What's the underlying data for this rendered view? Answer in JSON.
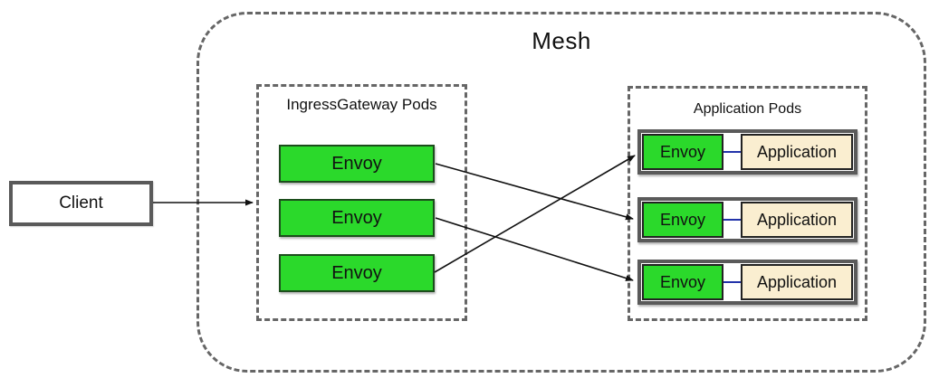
{
  "diagram": {
    "title": "Mesh",
    "client": {
      "label": "Client"
    },
    "ingress_group": {
      "label": "IngressGateway Pods",
      "envoys": [
        {
          "label": "Envoy"
        },
        {
          "label": "Envoy"
        },
        {
          "label": "Envoy"
        }
      ]
    },
    "app_group": {
      "label": "Application Pods",
      "pods": [
        {
          "envoy_label": "Envoy",
          "app_label": "Application"
        },
        {
          "envoy_label": "Envoy",
          "app_label": "Application"
        },
        {
          "envoy_label": "Envoy",
          "app_label": "Application"
        }
      ]
    },
    "connections": [
      {
        "from": "client",
        "to": "ingress-group"
      },
      {
        "from": "ingress-envoy-1",
        "to": "app-pod-2"
      },
      {
        "from": "ingress-envoy-2",
        "to": "app-pod-3"
      },
      {
        "from": "ingress-envoy-3",
        "to": "app-pod-1"
      }
    ],
    "colors": {
      "envoy_green": "#2bd92b",
      "app_cream": "#faeed0",
      "pod_border": "#5a5a5a",
      "dash_gray": "#666666",
      "connector_blue": "#2233aa",
      "arrow_black": "#111111"
    }
  }
}
